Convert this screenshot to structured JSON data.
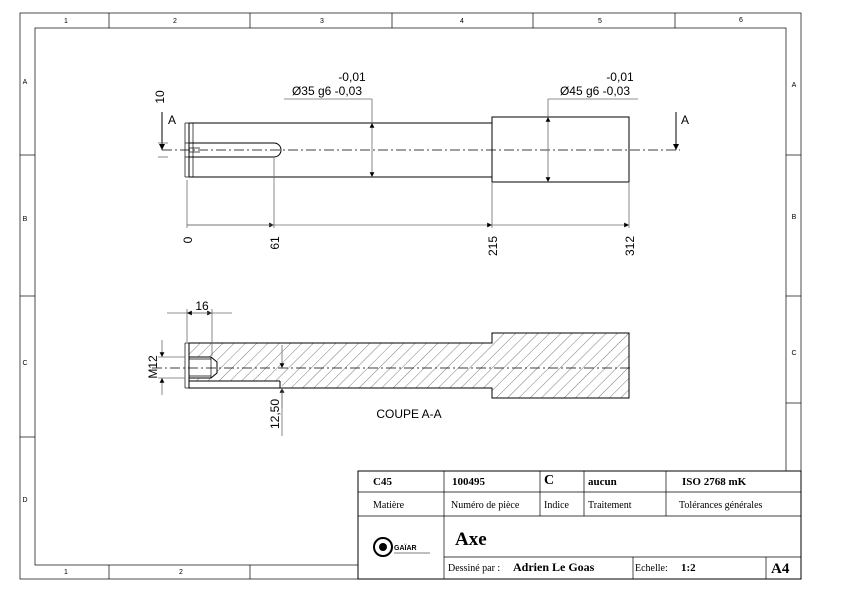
{
  "border": {
    "top_columns": [
      "1",
      "2",
      "3",
      "4",
      "5",
      "6"
    ],
    "bottom_columns": [
      "1",
      "2"
    ],
    "rows": [
      "A",
      "B",
      "C",
      "D"
    ],
    "right_rows": [
      "A",
      "B",
      "C"
    ]
  },
  "front_view": {
    "height_dim": "10",
    "section_letter": "A",
    "tol_upper_small": "-0,01",
    "tol_small": "Ø35 g6 -0,03",
    "tol_upper_large": "-0,01",
    "tol_large": "Ø45 g6 -0,03",
    "ordinates": [
      "0",
      "61",
      "215",
      "312"
    ]
  },
  "section_view": {
    "thread_dim": "16",
    "thread_label": "M12",
    "depth_dim": "12,50",
    "title": "COUPE A-A"
  },
  "title_block": {
    "material_value": "C45",
    "part_number_value": "100495",
    "index_value": "C",
    "treatment_value": "aucun",
    "tolerance_value": "ISO 2768 mK",
    "material_label": "Matière",
    "part_number_label": "Numéro de pièce",
    "index_label": "Indice",
    "treatment_label": "Traitement",
    "tolerance_label": "Tolérances générales",
    "logo_text": "GAÏAR",
    "part_name": "Axe",
    "drawn_by_label": "Dessiné par :",
    "drawn_by_value": "Adrien Le Goas",
    "scale_label": "Echelle:",
    "scale_value": "1:2",
    "format": "A4"
  }
}
